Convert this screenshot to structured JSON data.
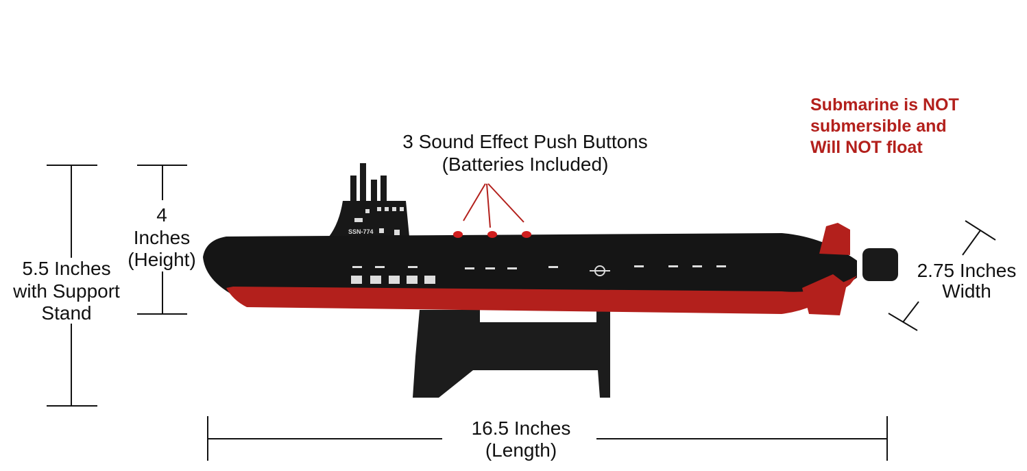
{
  "annotations": {
    "buttons_title": "3 Sound Effect Push Buttons",
    "buttons_subtitle": "(Batteries Included)",
    "warning": [
      "Submarine is NOT",
      "submersible and",
      "Will NOT float"
    ],
    "height_with_stand": [
      "5.5 Inches",
      "with Support",
      "Stand"
    ],
    "height": [
      "4",
      "Inches",
      "(Height)"
    ],
    "length": [
      "16.5 Inches",
      "(Length)"
    ],
    "width": [
      "2.75 Inches",
      "Width"
    ]
  },
  "product": {
    "hull_marking": "SSN-774"
  },
  "colors": {
    "hull_black": "#141414",
    "hull_red": "#b3201c",
    "warning_text": "#b3201c"
  }
}
